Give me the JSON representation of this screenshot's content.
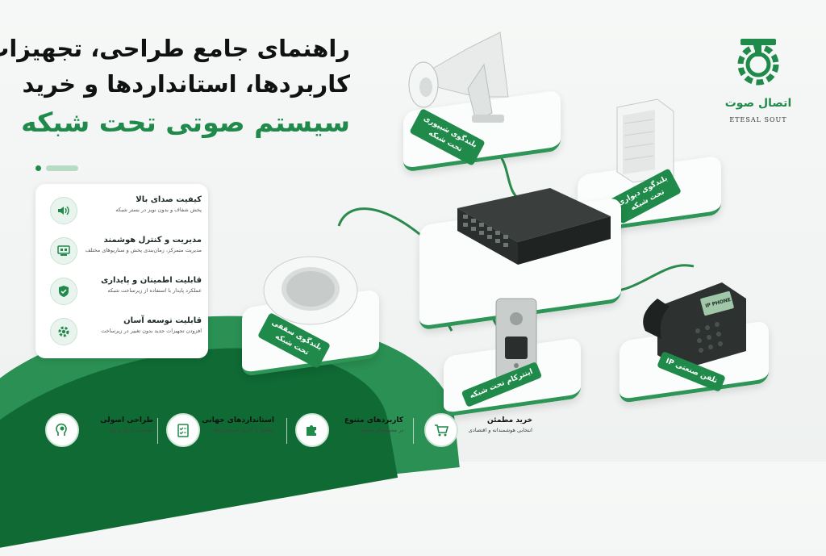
{
  "title": {
    "line1": "راهنمای جامع طراحی، تجهیزات،",
    "line2": "کاربردها، استانداردها و خرید",
    "line3": "سیستم صوتی تحت شبکه"
  },
  "features": [
    {
      "title": "کیفیت صدای بالا",
      "desc": "پخش شفاف و بدون نویز در بستر شبکه",
      "icon": "speaker-volume-icon"
    },
    {
      "title": "مدیریت و کنترل هوشمند",
      "desc": "مدیریت متمرکز، زمان‌بندی پخش و سناریوهای مختلف",
      "icon": "control-panel-icon"
    },
    {
      "title": "قابلیت اطمینان و پایداری",
      "desc": "عملکرد پایدار با استفاده از زیرساخت شبکه",
      "icon": "shield-check-icon"
    },
    {
      "title": "قابلیت توسعه آسان",
      "desc": "افزودن تجهیزات جدید بدون تغییر در زیرساخت",
      "icon": "gear-icon"
    }
  ],
  "logo": {
    "fa": "اتصال صوت",
    "en": "ETESAL SOUT",
    "icon": "gear-logo-icon"
  },
  "devices": {
    "horn": "بلندگوی شیپوری\nتحت شبکه",
    "wall": "بلندگوی دیواری\nتحت شبکه",
    "ceiling": "بلندگوی سقفی\nتحت شبکه",
    "intercom": "اینترکام تحت شبکه",
    "phone": "تلفن صنعتی IP",
    "phone_screen": "IP PHONE"
  },
  "bottom": [
    {
      "title": "خرید مطمئن",
      "desc": "انتخابی هوشمندانه و اقتصادی",
      "icon": "cart-icon"
    },
    {
      "title": "کاربردهای متنوع",
      "desc": "در محیط‌های مختلف",
      "icon": "puzzle-icon"
    },
    {
      "title": "استانداردهای جهانی",
      "desc": "مطابق با آخرین استانداردها",
      "icon": "checklist-icon"
    },
    {
      "title": "طراحی اصولی",
      "desc": "متناسب با نیاز پروژه",
      "icon": "head-gear-icon"
    }
  ],
  "colors": {
    "accent": "#1f8a4a",
    "dark": "#0f6a34"
  }
}
